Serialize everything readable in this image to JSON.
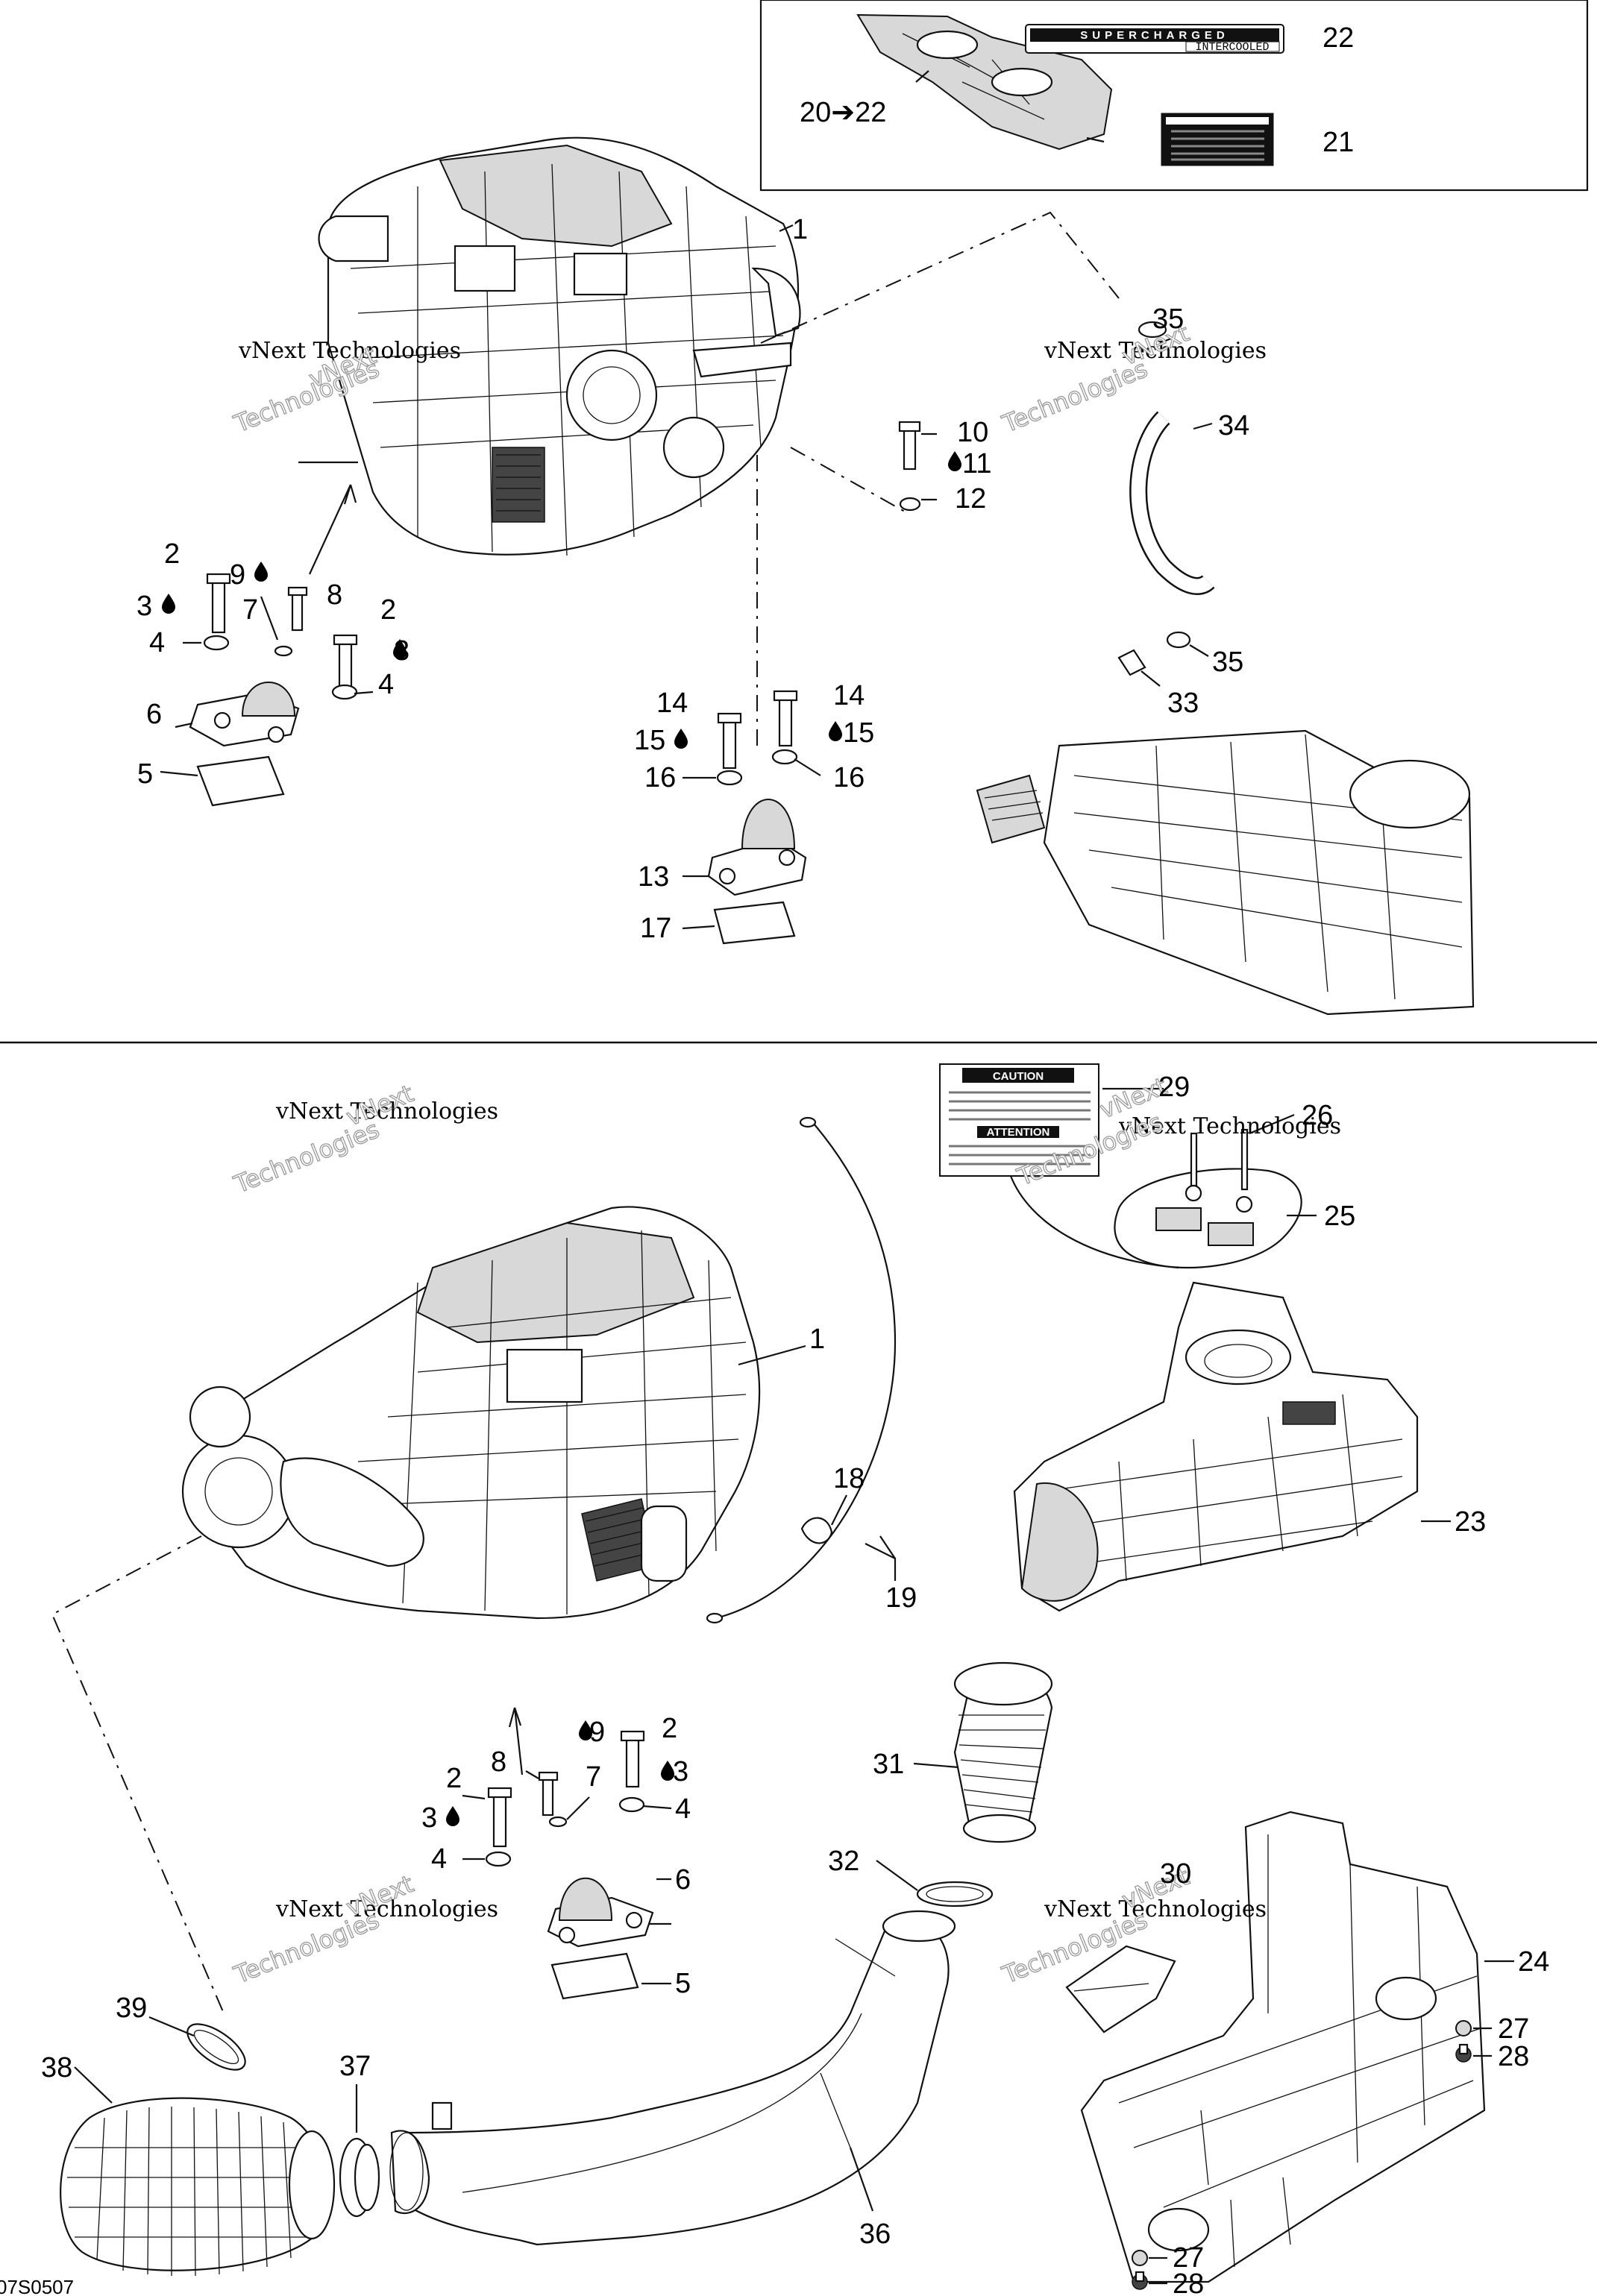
{
  "drawing": {
    "code": "07S0507",
    "watermark": {
      "line1": "vNext",
      "line2": "Technologies",
      "inline": "vNext Technologies"
    },
    "decals": {
      "supercharged": "SUPERCHARGED",
      "intercooled": "INTERCOOLED",
      "caution": "CAUTION",
      "attention": "ATTENTION"
    },
    "callouts_top": [
      "22",
      "20➔22",
      "21",
      "1",
      "35",
      "34",
      "10",
      "11",
      "12",
      "35",
      "33",
      "2",
      "9",
      "3",
      "8",
      "7",
      "2",
      "4",
      "3",
      "4",
      "6",
      "5",
      "14",
      "14",
      "15",
      "15",
      "16",
      "16",
      "13",
      "17"
    ],
    "callouts_bottom": [
      "29",
      "26",
      "25",
      "1",
      "23",
      "18",
      "19",
      "9",
      "2",
      "8",
      "3",
      "7",
      "2",
      "4",
      "3",
      "4",
      "6",
      "5",
      "31",
      "32",
      "30",
      "24",
      "27",
      "28",
      "39",
      "38",
      "37",
      "36",
      "27",
      "28"
    ]
  }
}
